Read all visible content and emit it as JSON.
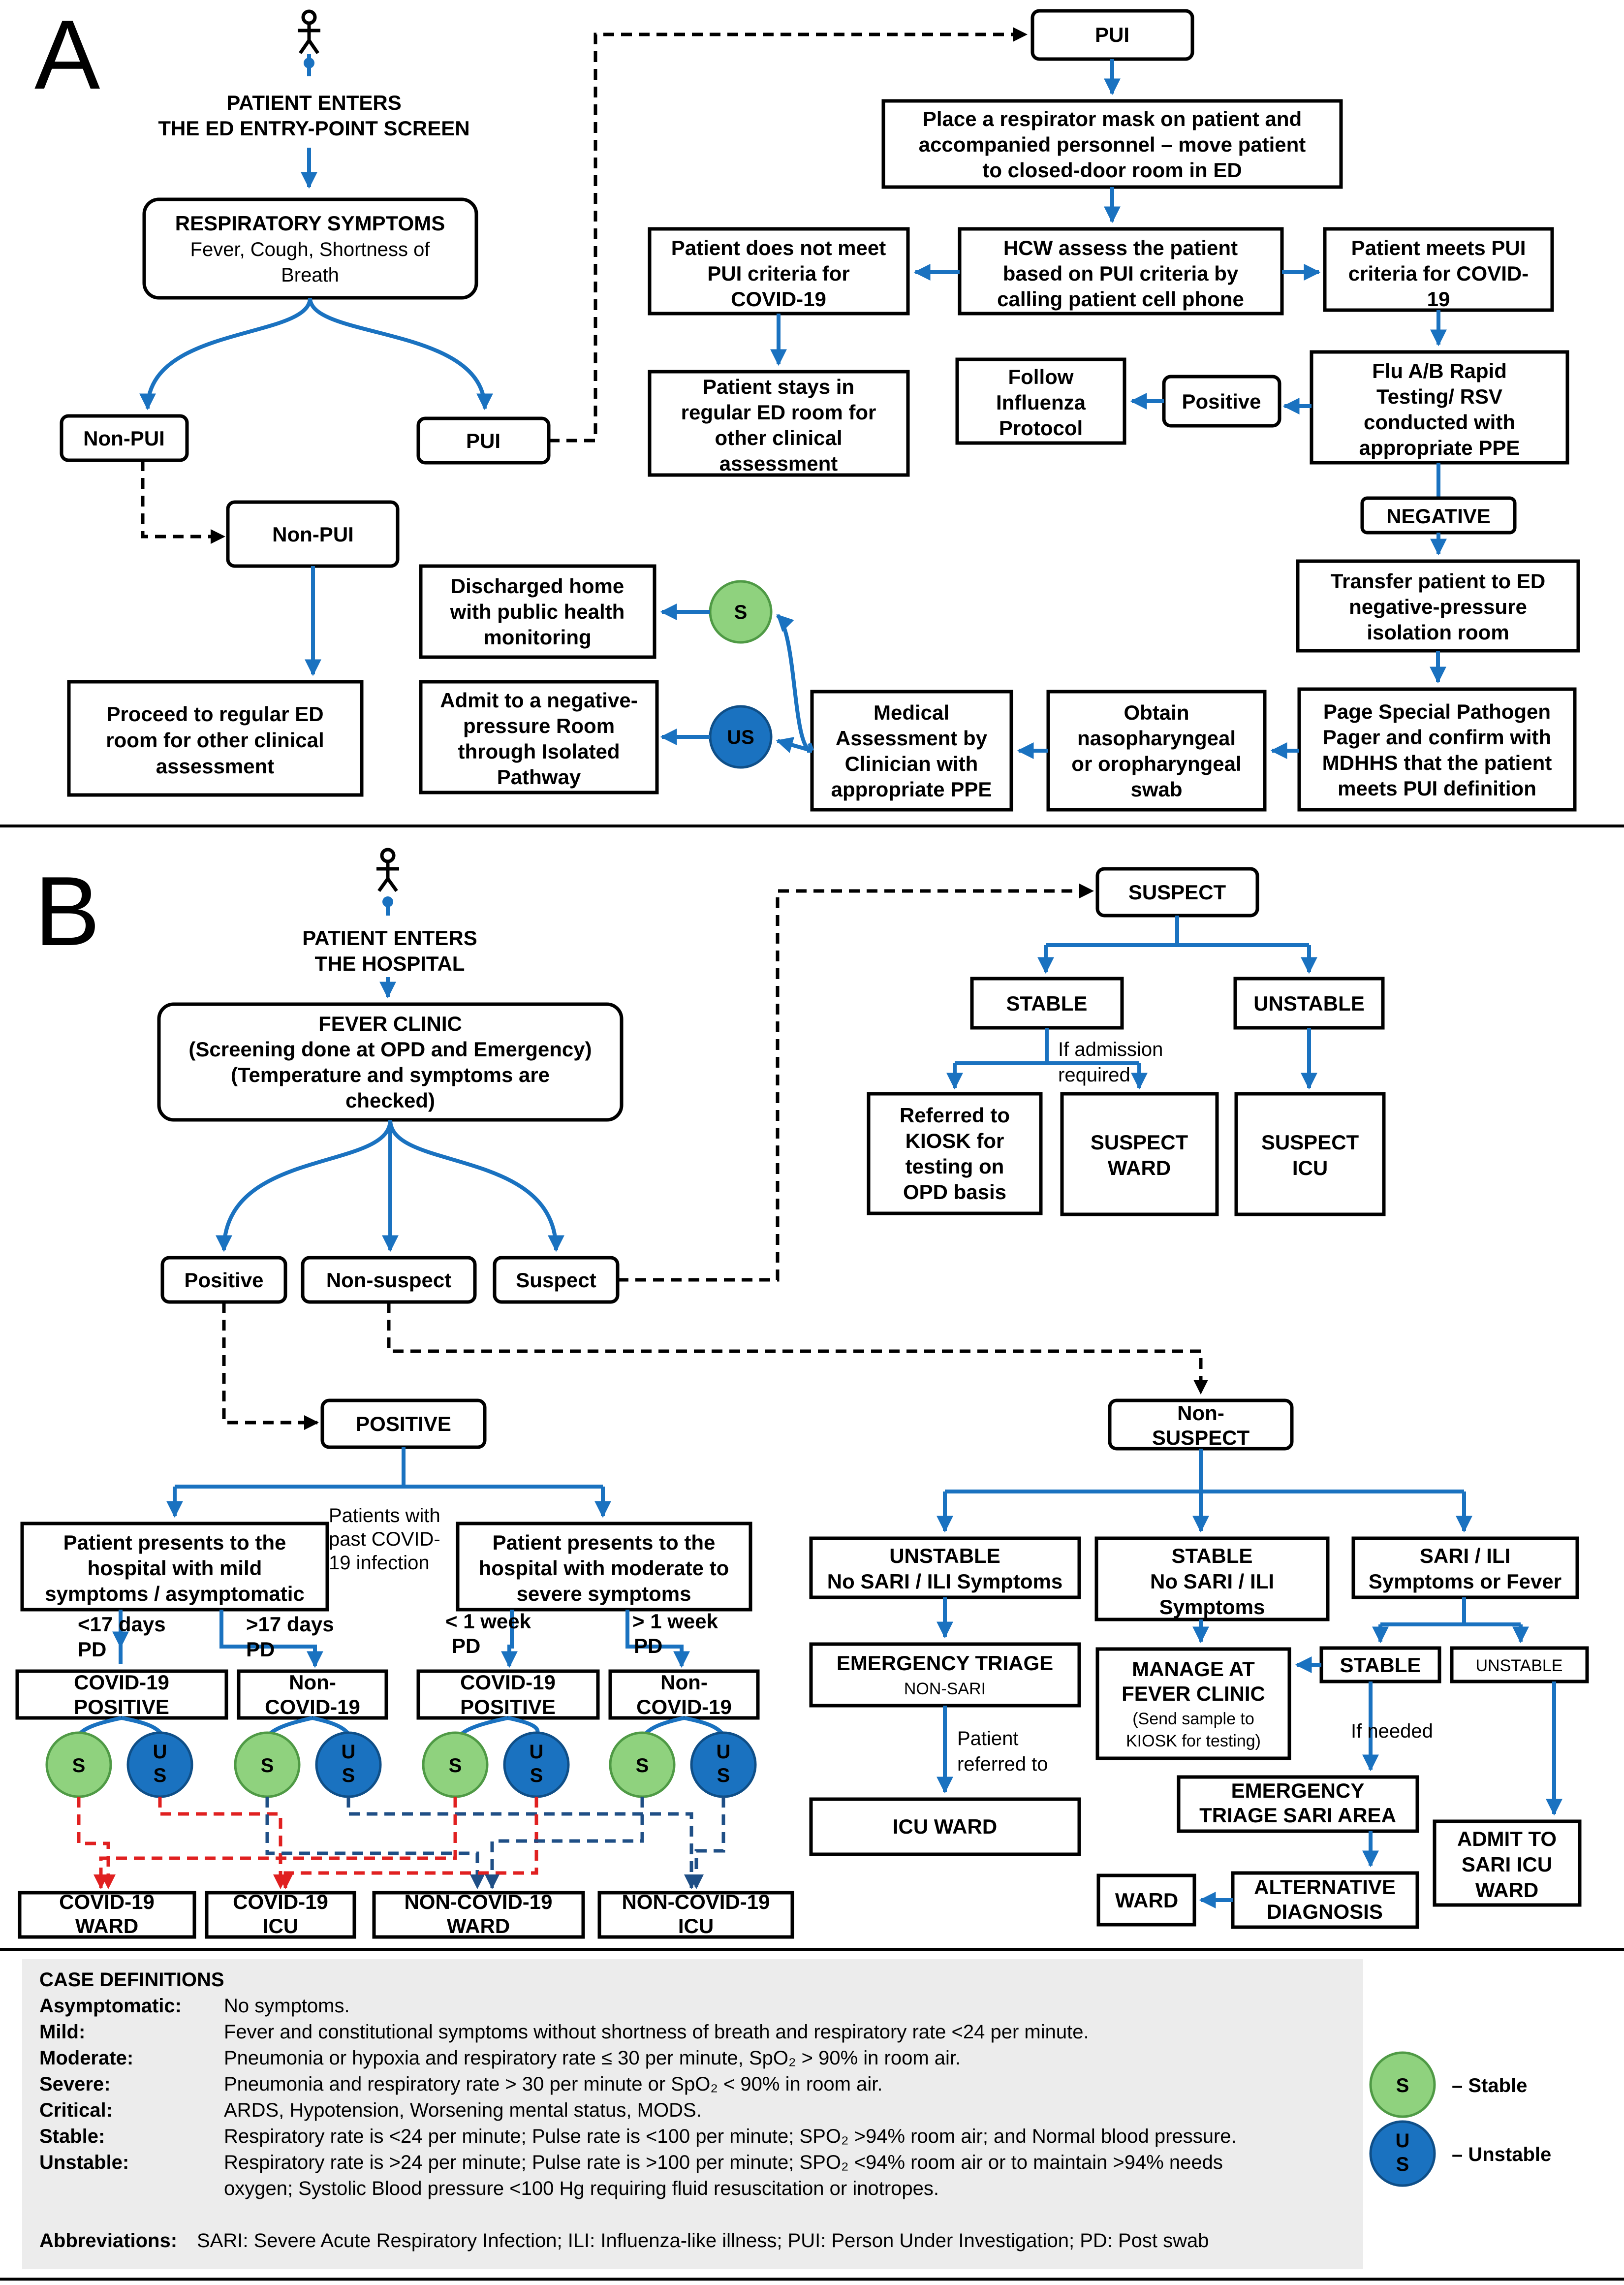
{
  "panelA": {
    "label": "A",
    "enters": [
      "PATIENT ENTERS",
      "THE ED ENTRY-POINT SCREEN"
    ],
    "resp_title": "RESPIRATORY SYMPTOMS",
    "resp_sub": [
      "Fever, Cough, Shortness of",
      "Breath"
    ],
    "nonpui": "Non-PUI",
    "pui": "PUI",
    "nonpui2": "Non-PUI",
    "proceed": [
      "Proceed to regular ED",
      "room for other clinical",
      "assessment"
    ],
    "pui_top": "PUI",
    "respirator": [
      "Place a respirator mask on patient and",
      "accompanied personnel – move patient",
      "to closed-door room in ED"
    ],
    "hcw": [
      "HCW assess the patient",
      "based on PUI criteria by",
      "calling patient cell phone"
    ],
    "not_meet": [
      "Patient does not meet",
      "PUI criteria for",
      "COVID-19"
    ],
    "meets": [
      "Patient meets PUI",
      "criteria for COVID-",
      "19"
    ],
    "stays": [
      "Patient stays in",
      "regular ED room for",
      "other clinical",
      "assessment"
    ],
    "flu": [
      "Flu A/B Rapid",
      "Testing/ RSV",
      "conducted with",
      "appropriate PPE"
    ],
    "positive": "Positive",
    "follow": [
      "Follow",
      "Influenza",
      "Protocol"
    ],
    "negative": "NEGATIVE",
    "transfer": [
      "Transfer patient to ED",
      "negative-pressure",
      "isolation room"
    ],
    "page": [
      "Page Special Pathogen",
      "Pager and confirm with",
      "MDHHS that the patient",
      "meets PUI definition"
    ],
    "obtain": [
      "Obtain",
      "nasopharyngeal",
      "or oropharyngeal",
      "swab"
    ],
    "medical": [
      "Medical",
      "Assessment by",
      "Clinician with",
      "appropriate PPE"
    ],
    "s": "S",
    "us": "US",
    "discharged": [
      "Discharged home",
      "with public health",
      "monitoring"
    ],
    "admit": [
      "Admit to a negative-",
      "pressure Room",
      "through Isolated",
      "Pathway"
    ]
  },
  "panelB": {
    "label": "B",
    "enters": [
      "PATIENT ENTERS",
      "THE HOSPITAL"
    ],
    "fever": [
      "FEVER CLINIC",
      "(Screening done at OPD and Emergency)",
      "(Temperature and symptoms are",
      "checked)"
    ],
    "positive": "Positive",
    "nonsuspect": "Non-suspect",
    "suspect": "Suspect",
    "suspect_top": "SUSPECT",
    "stable": "STABLE",
    "unstable": "UNSTABLE",
    "if_admission": [
      "If admission",
      "required"
    ],
    "kiosk": [
      "Referred to",
      "KIOSK for",
      "testing on",
      "OPD basis"
    ],
    "suspect_ward": [
      "SUSPECT",
      "WARD"
    ],
    "suspect_icu": [
      "SUSPECT",
      "ICU"
    ],
    "positive_box": "POSITIVE",
    "past": [
      "Patients with",
      "past COVID-",
      "19 infection"
    ],
    "mild": [
      "Patient presents to the",
      "hospital with mild",
      "symptoms / asymptomatic"
    ],
    "moderate": [
      "Patient presents to the",
      "hospital with moderate to",
      "severe symptoms"
    ],
    "lt17": [
      "<17 days",
      "PD"
    ],
    "gt17": [
      ">17 days",
      "PD"
    ],
    "lt1w": [
      "< 1 week",
      "PD"
    ],
    "gt1w": [
      "> 1 week",
      "PD"
    ],
    "covid_pos": [
      "COVID-19",
      "POSITIVE"
    ],
    "non_covid": [
      "Non-",
      "COVID-19"
    ],
    "s": "S",
    "u": "U",
    "us_s": "S",
    "covid_ward": [
      "COVID-19",
      "WARD"
    ],
    "covid_icu": [
      "COVID-19",
      "ICU"
    ],
    "noncovid_ward": [
      "NON-COVID-19",
      "WARD"
    ],
    "noncovid_icu": [
      "NON-COVID-19",
      "ICU"
    ],
    "nonsuspect_box": [
      "Non-",
      "SUSPECT"
    ],
    "unstable_no": [
      "UNSTABLE",
      "No SARI / ILI Symptoms"
    ],
    "stable_no": [
      "STABLE",
      "No SARI / ILI",
      "Symptoms"
    ],
    "sari": [
      "SARI / ILI",
      "Symptoms or Fever"
    ],
    "emergency": [
      "EMERGENCY TRIAGE",
      "NON-SARI"
    ],
    "referred": [
      "Patient",
      "referred to"
    ],
    "icu_ward": "ICU WARD",
    "manage": [
      "MANAGE AT",
      "FEVER CLINIC",
      "(Send sample to",
      "KIOSK for testing)"
    ],
    "stable2": "STABLE",
    "unstable2": "UNSTABLE",
    "if_needed": "If   needed",
    "triage_sari": [
      "EMERGENCY",
      "TRIAGE SARI AREA"
    ],
    "admit_sari": [
      "ADMIT TO",
      "SARI ICU",
      "WARD"
    ],
    "alternative": [
      "ALTERNATIVE",
      "DIAGNOSIS"
    ],
    "ward": "WARD"
  },
  "definitions": {
    "heading": "CASE DEFINITIONS",
    "rows": [
      {
        "term": "Asymptomatic:",
        "text": [
          "No symptoms."
        ]
      },
      {
        "term": "Mild:",
        "text": [
          "Fever and constitutional symptoms without shortness of breath and respiratory rate <24 per minute."
        ]
      },
      {
        "term": "Moderate:",
        "text": [
          "Pneumonia or hypoxia and respiratory rate ≤ 30 per minute, SpO₂ > 90% in room air."
        ]
      },
      {
        "term": "Severe:",
        "text": [
          "Pneumonia and respiratory rate > 30 per minute or SpO₂ < 90% in room air."
        ]
      },
      {
        "term": "Critical:",
        "text": [
          "ARDS, Hypotension, Worsening mental status, MODS."
        ]
      },
      {
        "term": "Stable:",
        "text": [
          "Respiratory rate is <24 per minute; Pulse rate is <100 per minute; SPO₂ >94% room air; and Normal blood pressure."
        ]
      },
      {
        "term": "Unstable:",
        "text": [
          "Respiratory rate is >24 per minute; Pulse rate is >100 per minute; SPO₂ <94% room air or to maintain >94% needs",
          "oxygen; Systolic Blood pressure <100 Hg requiring fluid resuscitation or inotropes."
        ]
      }
    ],
    "abbr_label": "Abbreviations:",
    "abbr_text": "SARI: Severe Acute Respiratory Infection; ILI: Influenza-like illness; PUI: Person Under Investigation; PD: Post swab",
    "legend_stable": "– Stable",
    "legend_unstable": "– Unstable",
    "legend_s": "S",
    "legend_u": "U",
    "legend_us": "S"
  },
  "colors": {
    "arrow": "#1a72c0",
    "stable": "#8fd27e",
    "unstable": "#1a72c0",
    "red_dash": "#e02020",
    "navy_dash": "#1f4f86",
    "def_bg": "#ececec"
  }
}
